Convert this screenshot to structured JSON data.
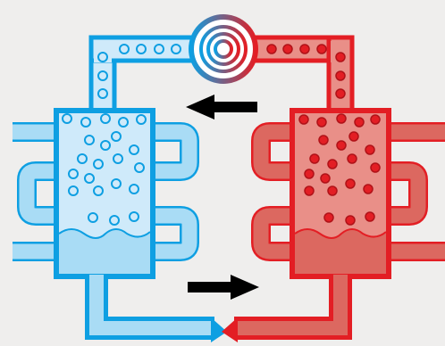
{
  "diagram": {
    "kind": "heat-pump-refrigeration-cycle",
    "colors": {
      "background": "#efeeed",
      "cold_line": "#0e9fe2",
      "cold_fill": "#a9dcf5",
      "cold_light": "#cfeafa",
      "hot_line": "#e31e24",
      "hot_fill": "#dc6860",
      "hot_light": "#e98f88",
      "arrow": "#000000",
      "pipe_interior": "#ffffff"
    },
    "parts": {
      "compressor": "compressor-icon",
      "cold_heat_exchanger": "evaporator",
      "hot_heat_exchanger": "condenser",
      "expansion_valve": "expansion-valve-icon",
      "flow_arrows": [
        "arrow-left-icon",
        "arrow-right-icon"
      ]
    }
  }
}
